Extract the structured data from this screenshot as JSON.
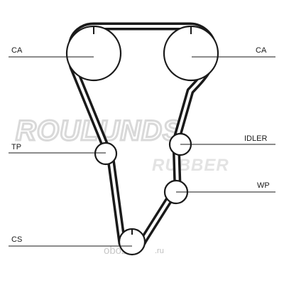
{
  "diagram": {
    "labels": {
      "ca_left": "CA",
      "ca_right": "CA",
      "tp": "TP",
      "idler": "IDLER",
      "wp": "WP",
      "cs": "CS"
    },
    "watermark": {
      "brand": "ROULUNDS",
      "sub": "RUBBER",
      "site_main": "oboz",
      "site_tld": ".ru"
    },
    "colors": {
      "belt": "#1a1a1a",
      "pulley": "#1a1a1a",
      "leader_line": "#1a1a1a",
      "watermark": "#d9d9d9"
    }
  }
}
